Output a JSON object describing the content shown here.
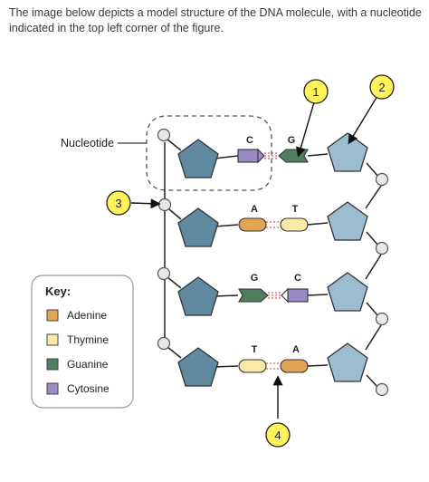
{
  "intro_text": "The image below depicts a model structure of the DNA molecule, with a nucleotide indicated in the top left corner of the figure.",
  "diagram": {
    "nucleotide_label": "Nucleotide",
    "callouts": [
      "1",
      "2",
      "3",
      "4"
    ],
    "pairs": [
      {
        "left": "C",
        "right": "G"
      },
      {
        "left": "A",
        "right": "T"
      },
      {
        "left": "G",
        "right": "C"
      },
      {
        "left": "T",
        "right": "A"
      }
    ],
    "key": {
      "title": "Key:",
      "items": [
        {
          "label": "Adenine",
          "color": "#e0a653"
        },
        {
          "label": "Thymine",
          "color": "#fbe9a8"
        },
        {
          "label": "Guanine",
          "color": "#4f7d5e"
        },
        {
          "label": "Cytosine",
          "color": "#9b8bc4"
        }
      ]
    },
    "colors": {
      "sugar_left": "#5f8aa0",
      "sugar_right": "#9cbccf",
      "callout_fill": "#fff25a",
      "hbond": "#e06060"
    }
  }
}
